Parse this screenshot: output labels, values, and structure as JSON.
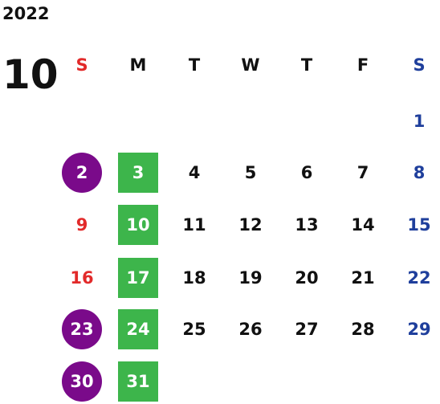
{
  "calendar": {
    "year": "2022",
    "month": "10",
    "weekdays": [
      "S",
      "M",
      "T",
      "W",
      "T",
      "F",
      "S"
    ],
    "weekday_colors": [
      "#e22a2a",
      "#111111",
      "#111111",
      "#111111",
      "#111111",
      "#111111",
      "#1f3f9c"
    ],
    "weeks": [
      [
        "",
        "",
        "",
        "",
        "",
        "",
        "1"
      ],
      [
        "2",
        "3",
        "4",
        "5",
        "6",
        "7",
        "8"
      ],
      [
        "9",
        "10",
        "11",
        "12",
        "13",
        "14",
        "15"
      ],
      [
        "16",
        "17",
        "18",
        "19",
        "20",
        "21",
        "22"
      ],
      [
        "23",
        "24",
        "25",
        "26",
        "27",
        "28",
        "29"
      ],
      [
        "30",
        "31",
        "",
        "",
        "",
        "",
        ""
      ]
    ],
    "highlight_colors": {
      "sunday_circle": "#7a0a8a",
      "monday_square": "#3db54b",
      "sunday_text": "#e22a2a",
      "saturday_text": "#1f3f9c"
    }
  }
}
